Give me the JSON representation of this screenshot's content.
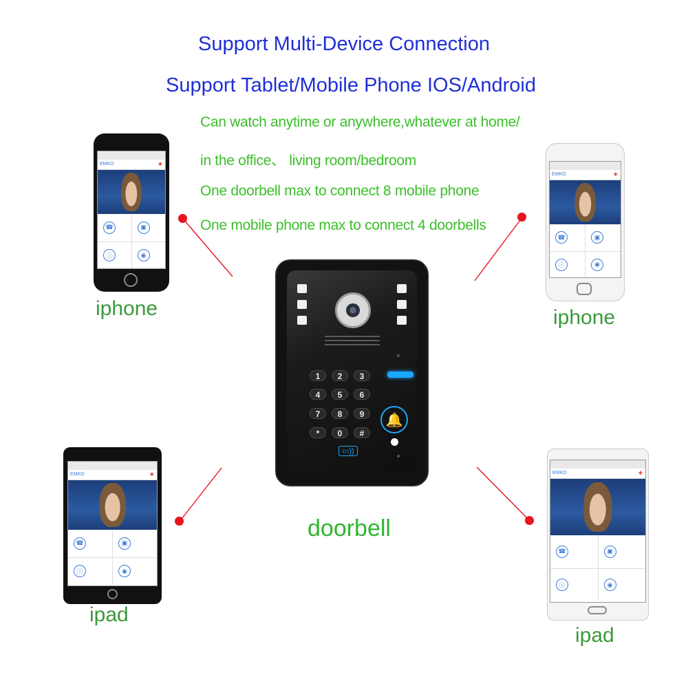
{
  "header": {
    "line1": "Support Multi-Device Connection",
    "line2": "Support Tablet/Mobile Phone  IOS/Android"
  },
  "features": [
    "Can watch anytime or anywhere,whatever at home/",
    "in the office、 living room/bedroom",
    "One doorbell max to connect 8 mobile phone",
    "One mobile phone max to connect 4 doorbells"
  ],
  "devices": {
    "top_left_label": "iphone",
    "top_right_label": "iphone",
    "bottom_left_label": "ipad",
    "bottom_right_label": "ipad",
    "center_label": "doorbell"
  },
  "app_screen": {
    "brand": "EMKO",
    "icons": [
      "phone-icon",
      "photo-icon",
      "info-icon",
      "record-icon"
    ]
  },
  "keypad": {
    "keys": [
      "1",
      "2",
      "3",
      "4",
      "5",
      "6",
      "7",
      "8",
      "9",
      "*",
      "0",
      "#"
    ]
  },
  "colors": {
    "title": "#1f2fd6",
    "feature_text": "#3bbf2a",
    "device_label": "#3a9a3a",
    "connector": "#e8141e",
    "accent_blue": "#1aa7ff"
  }
}
